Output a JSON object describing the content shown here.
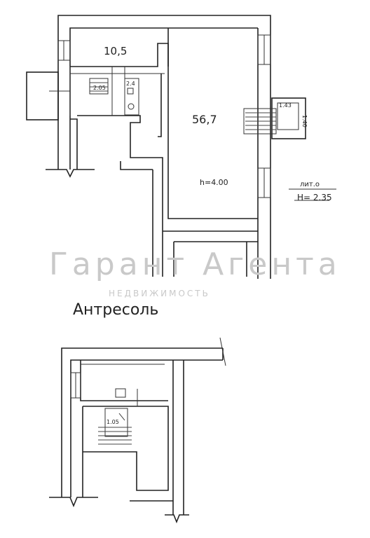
{
  "upper_plan": {
    "room_small_area": "10,5",
    "room_main_area": "56,7",
    "room_main_height": "h=4.00",
    "stair_left_dim": "2.05",
    "stair_right_dim": "2.4",
    "porch_width": "1.43",
    "porch_depth": "1.40",
    "lit_label": "лит.о",
    "h_label": "H= 2.35"
  },
  "watermark": {
    "brand": "Гарант Агента",
    "sub": "НЕДВИЖИМОСТЬ"
  },
  "section_title": "Антресоль",
  "lower_plan": {
    "stair_dim": "1.05"
  }
}
